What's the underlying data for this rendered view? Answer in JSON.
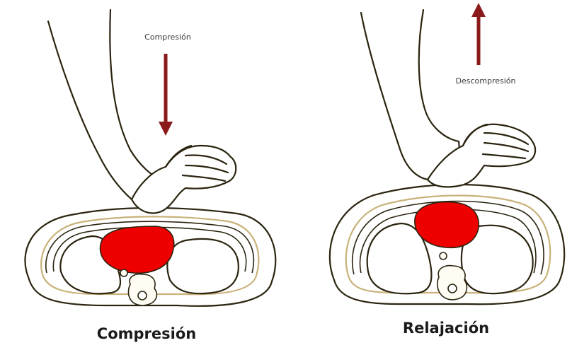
{
  "panels": [
    {
      "arrow_label": "Compresión",
      "arrow_direction": "down",
      "caption": "Compresión",
      "heart_color": "#ee0000",
      "arrow_color": "#8b1a1a"
    },
    {
      "arrow_label": "Descompresión",
      "arrow_direction": "up",
      "caption": "Relajación",
      "heart_color": "#ee0000",
      "arrow_color": "#8b1a1a"
    }
  ]
}
